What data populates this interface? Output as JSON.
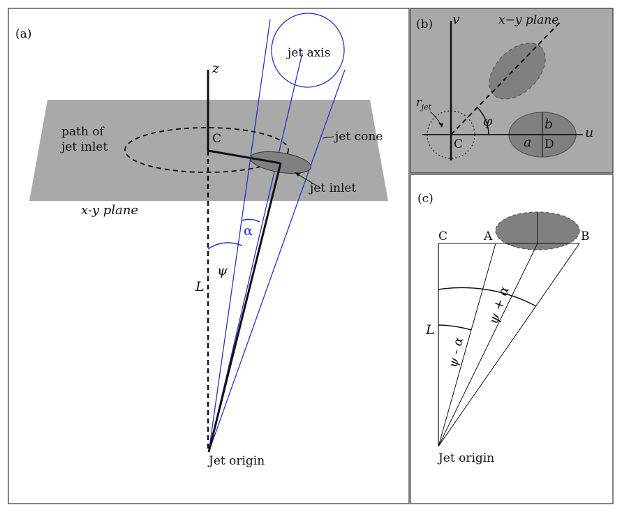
{
  "panel_a": {
    "label": "(a)",
    "z_axis": "z",
    "point_c": "C",
    "path_label_line1": "path of",
    "path_label_line2": "jet inlet",
    "jet_axis": "jet axis",
    "jet_cone": "jet cone",
    "jet_inlet": "jet inlet",
    "plane_label": "x-y plane",
    "alpha": "α",
    "psi": "ψ",
    "length": "L",
    "origin": "Jet origin"
  },
  "panel_b": {
    "label": "(b)",
    "v_axis": "v",
    "u_axis": "u",
    "plane_label": "x−y plane",
    "r_jet_main": "r",
    "r_jet_sub": "jet",
    "phi": "φ",
    "semi_a": "a",
    "semi_b": "b",
    "point_c": "C",
    "point_d": "D"
  },
  "panel_c": {
    "label": "(c)",
    "point_c": "C",
    "point_a": "A",
    "point_b": "B",
    "psi_plus_alpha": "ψ + α",
    "psi_minus_alpha": "ψ - α",
    "length": "L",
    "origin": "Jet origin"
  },
  "colors": {
    "plane_gray": "#a9a9a9",
    "ellipse_gray": "#8c8c8c",
    "cone_blue": "#2233cc",
    "line_black": "#111111"
  }
}
